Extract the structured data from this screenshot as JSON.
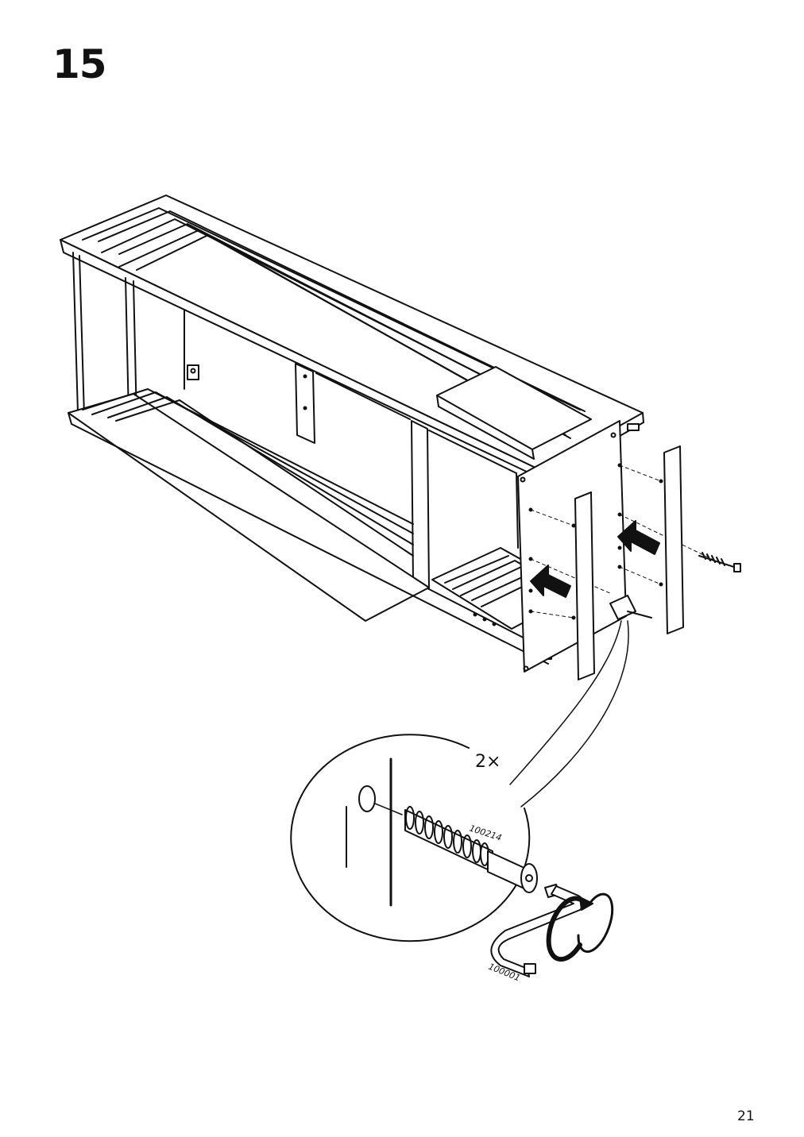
{
  "page": {
    "step_number": "15",
    "page_number": "21"
  },
  "detail": {
    "quantity": "2×",
    "part_screw": "100214",
    "part_key": "100001"
  },
  "icons": {
    "push_arrow": "arrow-left-filled",
    "rotate": "clockwise-rotation"
  },
  "colors": {
    "ink": "#111111",
    "paper": "#ffffff",
    "hole": "#000000"
  }
}
